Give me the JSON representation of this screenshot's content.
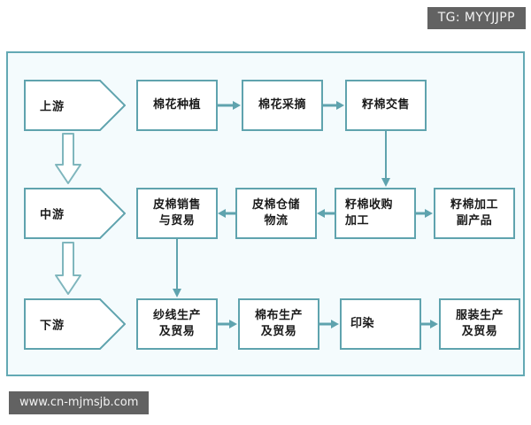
{
  "watermarks": {
    "tag": "TG: MYYJJPP",
    "url": "www.cn-mjmsjb.com"
  },
  "colors": {
    "node_border": "#5fa3ae",
    "container_border": "#63a9b4",
    "container_fill": "#f4fbfd",
    "node_fill": "#ffffff",
    "arrow": "#5fa3ae",
    "block_arrow_stroke": "#7fb6bd",
    "watermark_bg": "#626262",
    "watermark_text": "#f2f2f2",
    "text": "#1b1b1b"
  },
  "chart_data": {
    "type": "diagram",
    "title": "",
    "stages": [
      {
        "id": "upstream",
        "label": "上游"
      },
      {
        "id": "midstream",
        "label": "中游"
      },
      {
        "id": "downstream",
        "label": "下游"
      }
    ],
    "nodes": [
      {
        "id": "n1",
        "label": "棉花种植",
        "row": "upstream"
      },
      {
        "id": "n2",
        "label": "棉花采摘",
        "row": "upstream"
      },
      {
        "id": "n3",
        "label": "籽棉交售",
        "row": "upstream"
      },
      {
        "id": "n4",
        "label": "皮棉销售\n与贸易",
        "row": "midstream"
      },
      {
        "id": "n5",
        "label": "皮棉仓储\n物流",
        "row": "midstream"
      },
      {
        "id": "n6",
        "label": "籽棉收购\n加工",
        "row": "midstream"
      },
      {
        "id": "n7",
        "label": "籽棉加工\n副产品",
        "row": "midstream"
      },
      {
        "id": "n8",
        "label": "纱线生产\n及贸易",
        "row": "downstream"
      },
      {
        "id": "n9",
        "label": "棉布生产\n及贸易",
        "row": "downstream"
      },
      {
        "id": "n10",
        "label": "印染",
        "row": "downstream"
      },
      {
        "id": "n11",
        "label": "服装生产\n及贸易",
        "row": "downstream"
      }
    ],
    "edges": [
      {
        "from": "n1",
        "to": "n2",
        "dir": "right"
      },
      {
        "from": "n2",
        "to": "n3",
        "dir": "right"
      },
      {
        "from": "n3",
        "to": "n6",
        "dir": "down"
      },
      {
        "from": "n6",
        "to": "n5",
        "dir": "left"
      },
      {
        "from": "n5",
        "to": "n4",
        "dir": "left"
      },
      {
        "from": "n6",
        "to": "n7",
        "dir": "right"
      },
      {
        "from": "n4",
        "to": "n8",
        "dir": "down"
      },
      {
        "from": "n8",
        "to": "n9",
        "dir": "right"
      },
      {
        "from": "n9",
        "to": "n10",
        "dir": "right"
      },
      {
        "from": "n10",
        "to": "n11",
        "dir": "right"
      },
      {
        "from": "upstream",
        "to": "midstream",
        "dir": "down",
        "style": "block"
      },
      {
        "from": "midstream",
        "to": "downstream",
        "dir": "down",
        "style": "block"
      }
    ]
  }
}
